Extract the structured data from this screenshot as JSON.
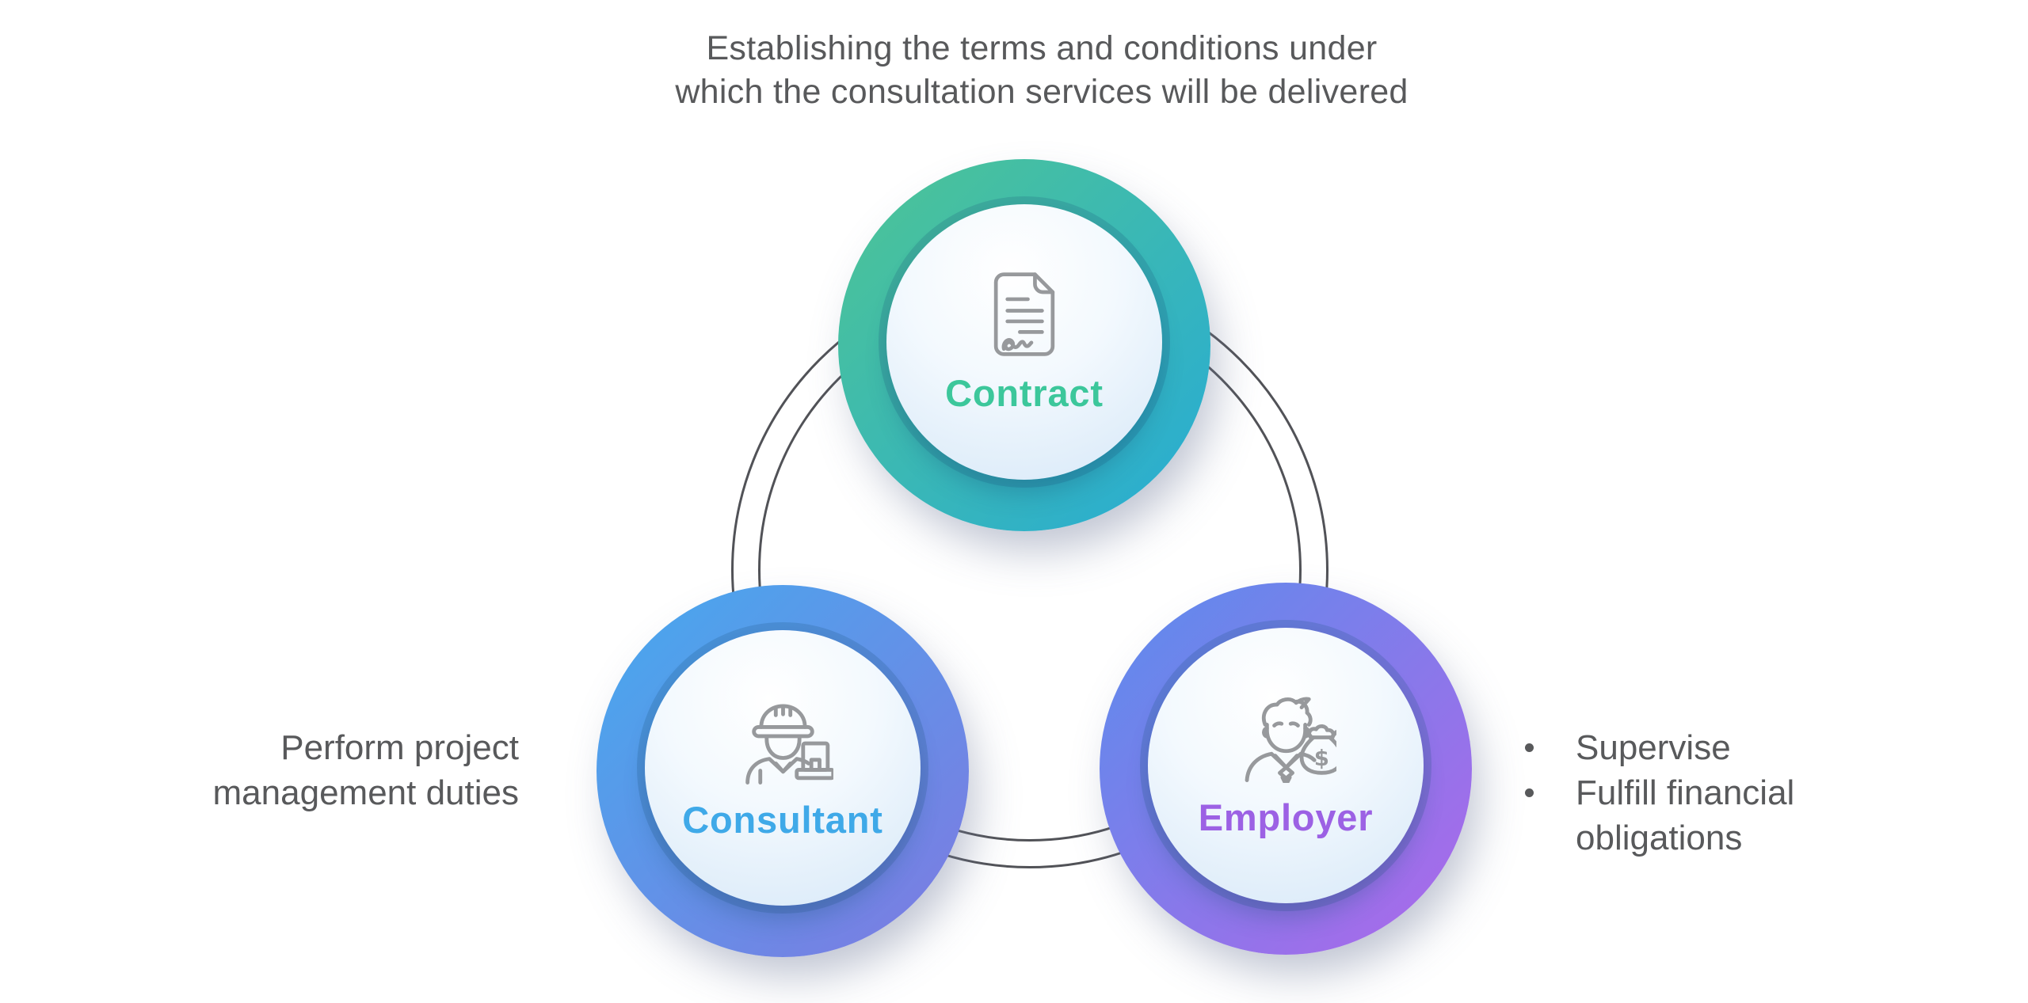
{
  "heading": {
    "lines": [
      "Establishing the terms and conditions under",
      "which the consultation services will be delivered"
    ]
  },
  "nodes": [
    {
      "label": "Contract",
      "icon": "document-signature-icon",
      "label_color": "#3CC79B",
      "ring_gradient": [
        "#4EC593",
        "#27ABD6"
      ]
    },
    {
      "label": "Consultant",
      "icon": "construction-worker-icon",
      "label_color": "#3FA9E8",
      "ring_gradient": [
        "#45AAEE",
        "#7F79E1"
      ]
    },
    {
      "label": "Employer",
      "icon": "businessman-money-bag-icon",
      "label_color": "#9C61E4",
      "ring_gradient": [
        "#5A8DEC",
        "#AF67E9"
      ]
    }
  ],
  "annotations": {
    "consultant_note_lines": [
      "Perform project",
      "management duties"
    ],
    "employer_notes": [
      "Supervise",
      "Fulfill financial obligations"
    ]
  },
  "colors": {
    "background": "#FFFFFF",
    "body_text": "#58595B",
    "orbit_ring": "#515257",
    "icon_stroke": "#97999C",
    "inner_circle_edge": "#D5E7F7"
  }
}
